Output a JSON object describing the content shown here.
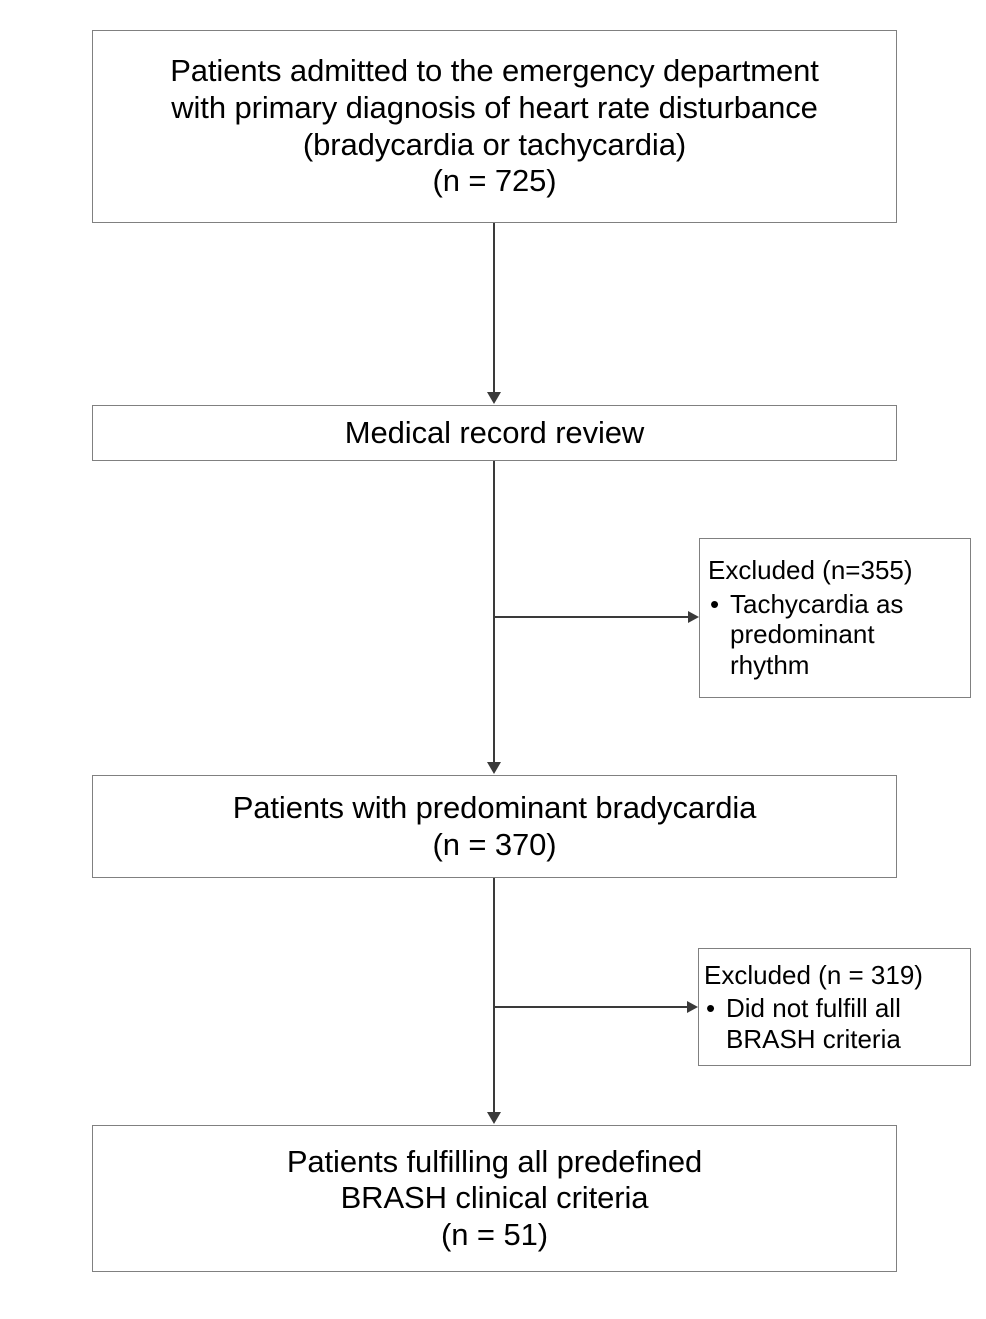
{
  "figure": {
    "type": "flowchart",
    "orientation": "vertical",
    "description": "Patient selection flow diagram (CONSORT-style) for BRASH syndrome cohort",
    "colors": {
      "background": "#ffffff",
      "box_border": "#808080",
      "connector": "#3a3a3a",
      "text": "#000000"
    }
  },
  "nodes": [
    {
      "id": "enrollment",
      "kind": "main",
      "lines": [
        "Patients admitted to the emergency department",
        "with primary diagnosis of heart rate disturbance",
        "(bradycardia or tachycardia)",
        "(n = 725)"
      ],
      "count": 725
    },
    {
      "id": "review",
      "kind": "main",
      "lines": [
        "Medical record review"
      ],
      "count": null
    },
    {
      "id": "bradycardia",
      "kind": "main",
      "lines": [
        "Patients with predominant bradycardia",
        "(n = 370)"
      ],
      "count": 370
    },
    {
      "id": "brash",
      "kind": "main",
      "lines": [
        "Patients fulfilling all predefined",
        "BRASH clinical criteria",
        "(n = 51)"
      ],
      "count": 51
    }
  ],
  "exclusions": [
    {
      "id": "exclusion-1",
      "title": "Excluded (n=355)",
      "count": 355,
      "reasons": [
        "Tachycardia as\npredominant\nrhythm"
      ]
    },
    {
      "id": "exclusion-2",
      "title": "Excluded (n = 319)",
      "count": 319,
      "reasons": [
        "Did not fulfill all\nBRASH criteria"
      ]
    }
  ]
}
